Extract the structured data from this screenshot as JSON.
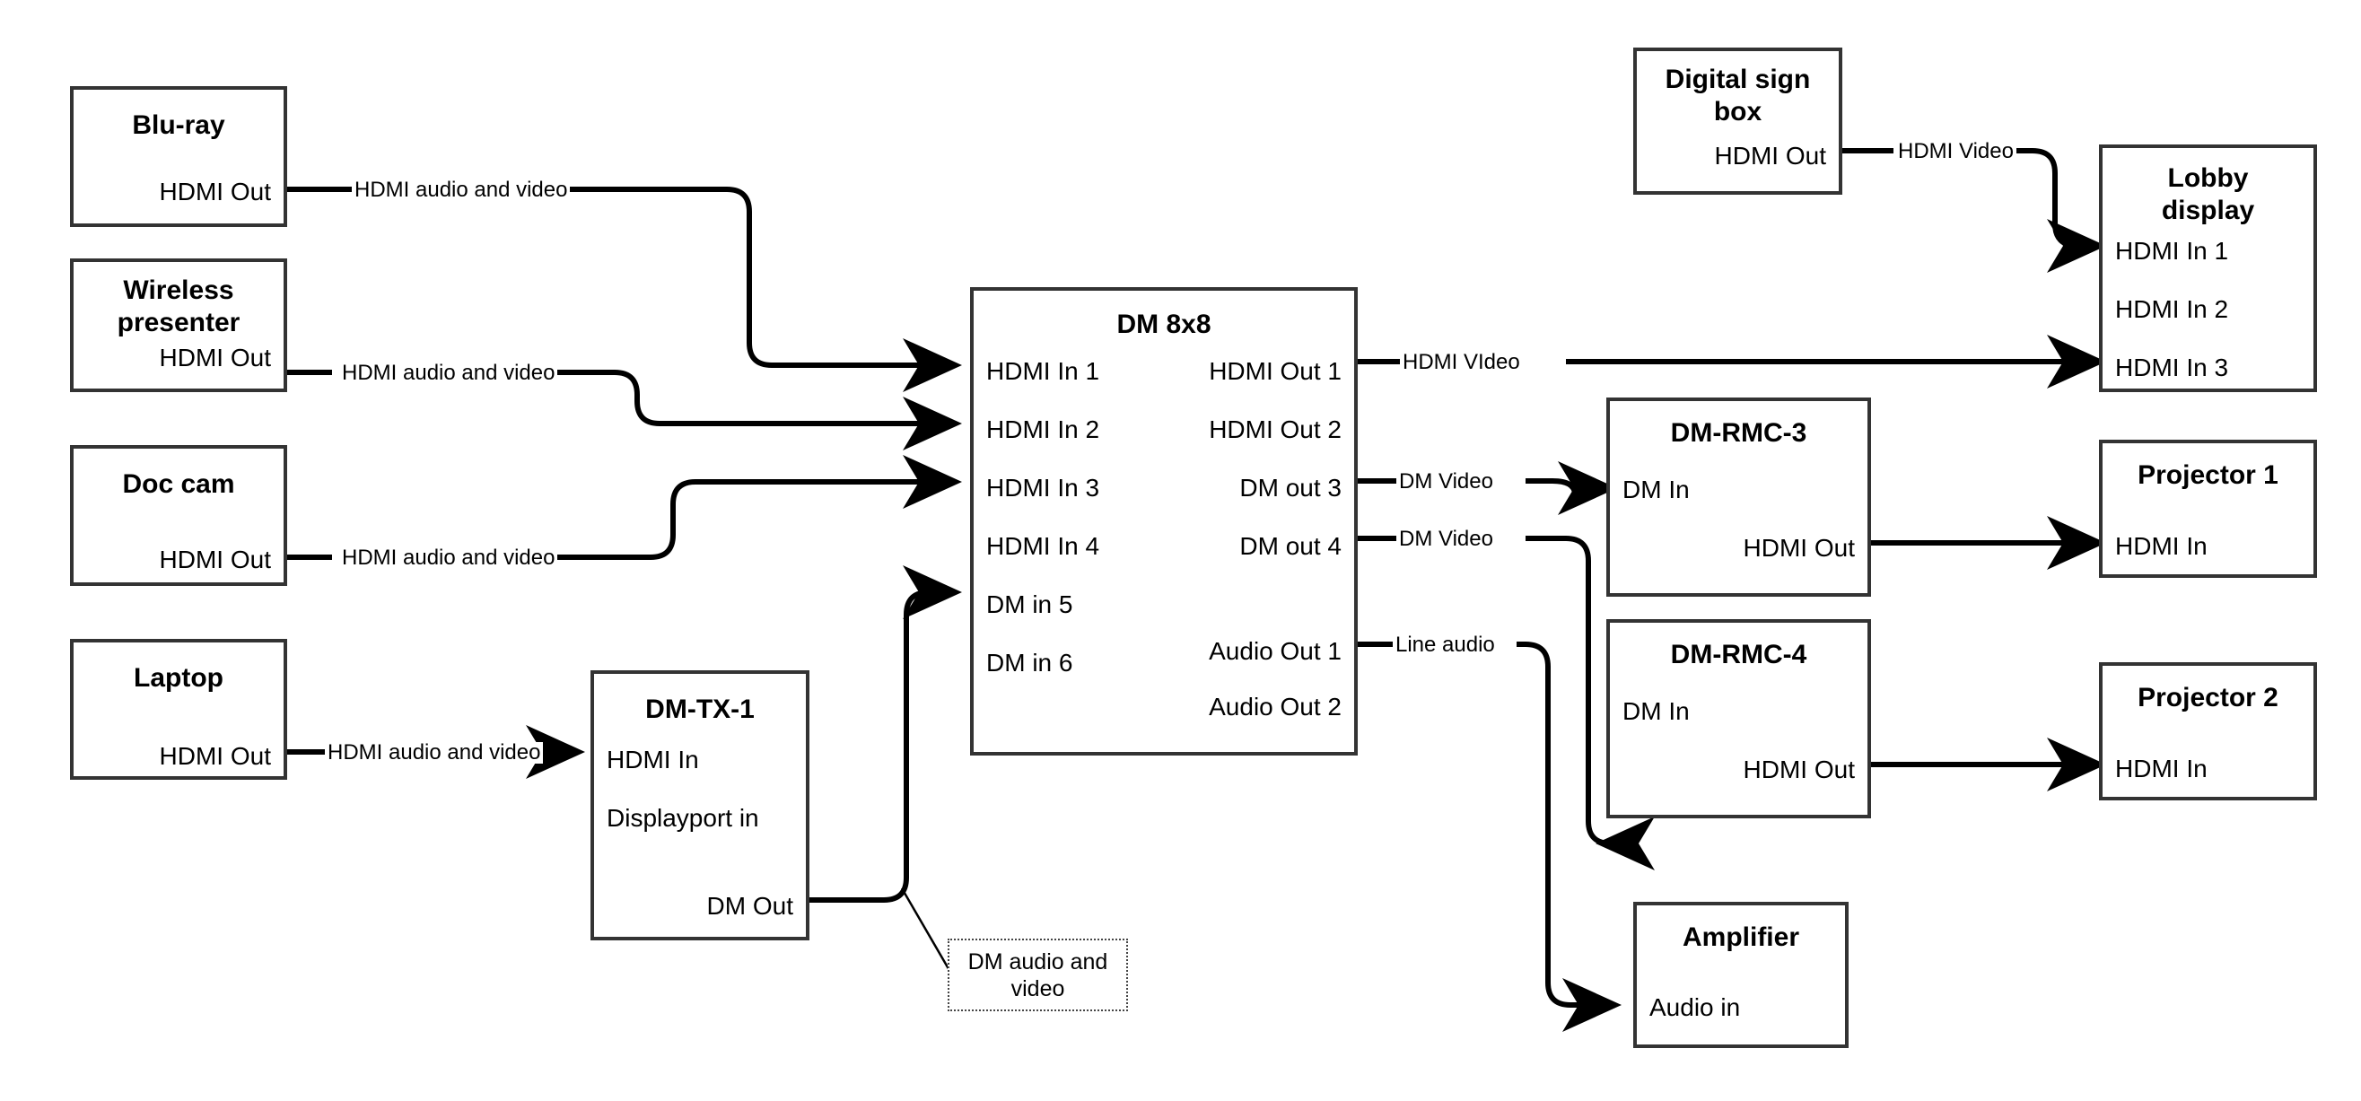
{
  "diagram": {
    "title": "AV signal flow diagram",
    "stroke_color": "#333333",
    "wire_color": "#000000",
    "background": "#ffffff"
  },
  "nodes": {
    "bluray": {
      "title": "Blu-ray",
      "ports": {
        "out1": "HDMI Out"
      }
    },
    "wireless": {
      "title": "Wireless\npresenter",
      "title_line1": "Wireless",
      "title_line2": "presenter",
      "ports": {
        "out1": "HDMI Out"
      }
    },
    "doccam": {
      "title": "Doc cam",
      "ports": {
        "out1": "HDMI Out"
      }
    },
    "laptop": {
      "title": "Laptop",
      "ports": {
        "out1": "HDMI Out"
      }
    },
    "dmtx1": {
      "title": "DM-TX-1",
      "ports": {
        "in1": "HDMI In",
        "in2": "Displayport in",
        "out1": "DM Out"
      }
    },
    "dm8x8": {
      "title": "DM 8x8",
      "inputs": [
        "HDMI In 1",
        "HDMI In 2",
        "HDMI In 3",
        "HDMI In 4",
        "DM in 5",
        "DM in 6"
      ],
      "outputs": [
        "HDMI Out 1",
        "HDMI Out 2",
        "DM out 3",
        "DM out 4",
        "Audio Out 1",
        "Audio Out 2"
      ]
    },
    "digitalsign": {
      "title_line1": "Digital sign",
      "title_line2": "box",
      "ports": {
        "out1": "HDMI Out"
      }
    },
    "lobby": {
      "title_line1": "Lobby",
      "title_line2": "display",
      "inputs": [
        "HDMI In 1",
        "HDMI In 2",
        "HDMI In 3"
      ]
    },
    "dmrmc3": {
      "title": "DM-RMC-3",
      "ports": {
        "in1": "DM In",
        "out1": "HDMI Out"
      }
    },
    "dmrmc4": {
      "title": "DM-RMC-4",
      "ports": {
        "in1": "DM In",
        "out1": "HDMI Out"
      }
    },
    "projector1": {
      "title": "Projector 1",
      "ports": {
        "in1": "HDMI In"
      }
    },
    "projector2": {
      "title": "Projector 2",
      "ports": {
        "in1": "HDMI In"
      }
    },
    "amplifier": {
      "title": "Amplifier",
      "ports": {
        "in1": "Audio in"
      }
    }
  },
  "edge_labels": {
    "bluray_to_dm": "HDMI audio and video",
    "wireless_to_dm": "HDMI audio and video",
    "doccam_to_dm": "HDMI audio and video",
    "laptop_to_tx": "HDMI audio and video",
    "sign_to_lobby": "HDMI Video",
    "hdmiout1_to_lobby": "HDMI VIdeo",
    "dmout3_to_rmc3": "DM Video",
    "dmout4_to_rmc4": "DM Video",
    "audioout1_to_amp": "Line audio"
  },
  "callouts": {
    "dm_av": "DM audio and video"
  }
}
